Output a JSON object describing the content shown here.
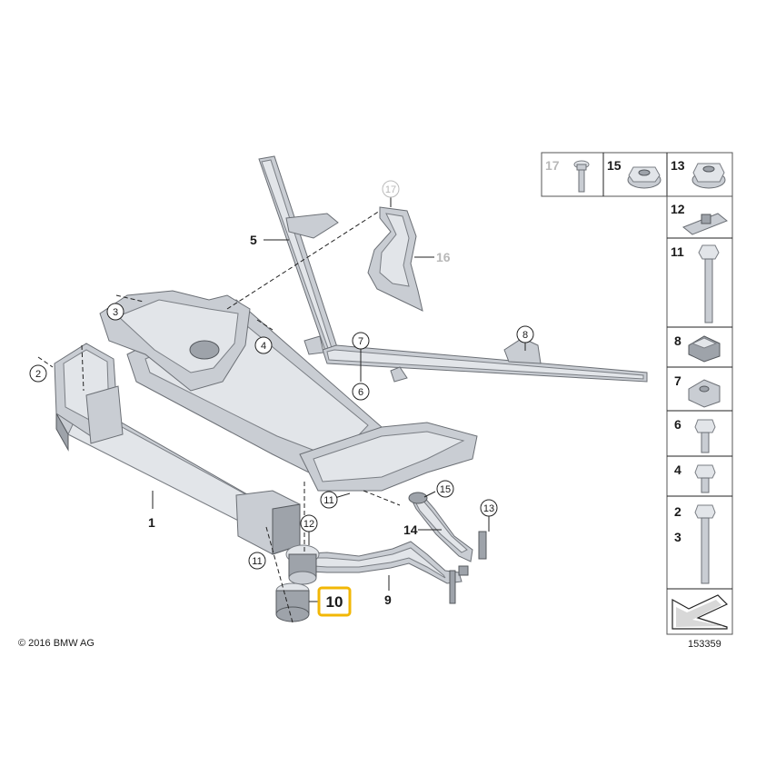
{
  "callouts": {
    "c1": "1",
    "c2": "2",
    "c3": "3",
    "c4": "4",
    "c5": "5",
    "c6": "6",
    "c7": "7",
    "c8": "8",
    "c9": "9",
    "c10": "10",
    "c11a": "11",
    "c11b": "11",
    "c12": "12",
    "c13": "13",
    "c14": "14",
    "c15": "15",
    "c16": "16",
    "c17": "17"
  },
  "sidebar": {
    "top_row": [
      "17",
      "15",
      "13"
    ],
    "rows": [
      "12",
      "11",
      "8",
      "7",
      "6",
      "4",
      "2",
      "3"
    ]
  },
  "highlight": {
    "label": "10",
    "color": "#f2b705"
  },
  "colors": {
    "part_fill": "#c9cdd3",
    "inactive_label": "#b8b8b8"
  },
  "footer": {
    "copyright": "© 2016 BMW AG",
    "diagram_number": "153359"
  }
}
